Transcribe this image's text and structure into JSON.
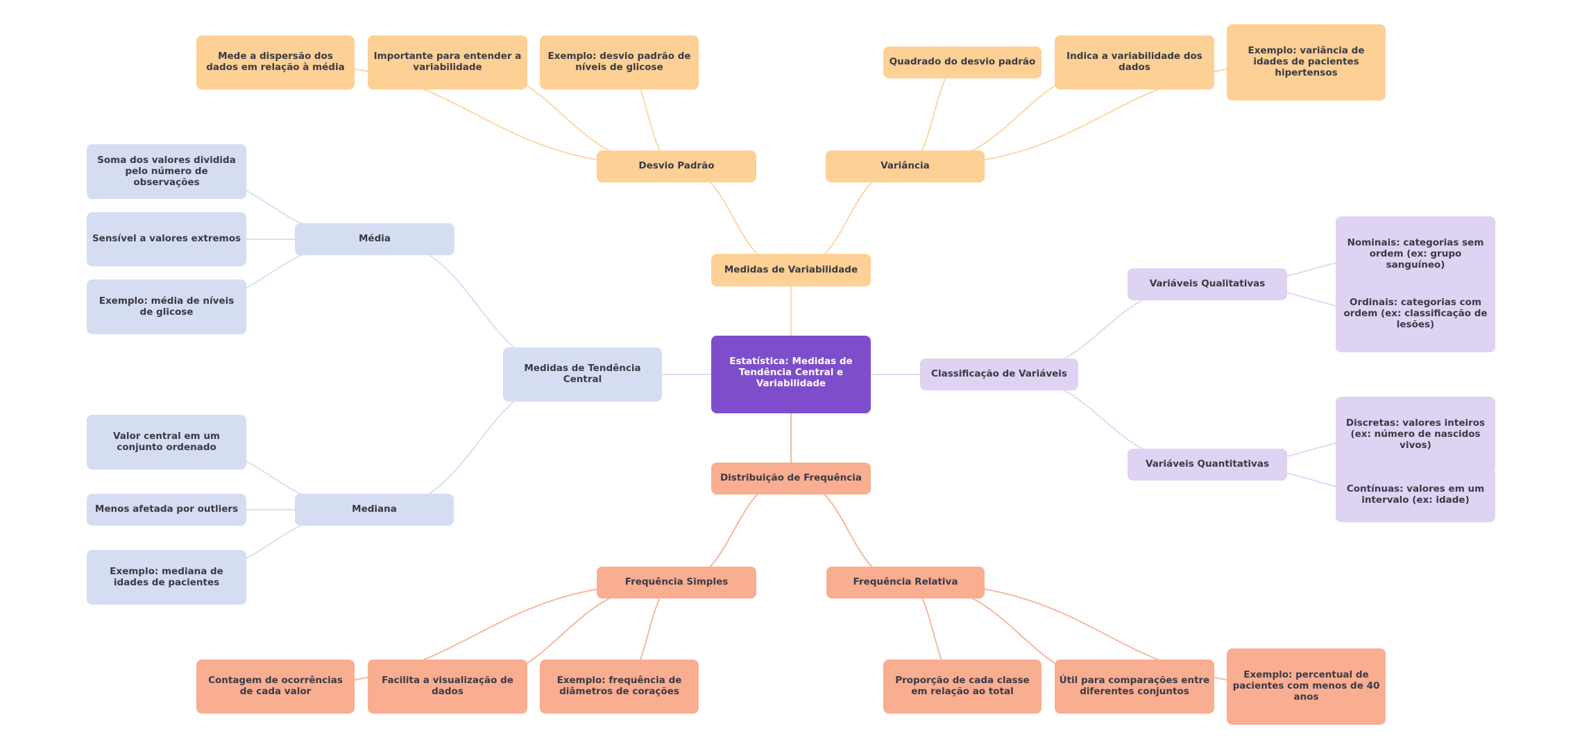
{
  "title": "Estatística: Medidas de Tendência Central e Variabilidade",
  "colors": {
    "root": "#7e4dcb",
    "variability": "#fdd095",
    "central_tendency": "#d5ddf2",
    "variable_classification": "#ded3f2",
    "frequency_distribution": "#f9ad91",
    "edge_variability": "#fdd7a8",
    "edge_central_tendency": "#d9e0f3",
    "edge_variable_classification": "#e2d9f5",
    "edge_frequency_distribution": "#f8b89f",
    "text": "#3a3a45"
  },
  "nodes": {
    "root": "Estatística: Medidas de Tendência Central e Variabilidade",
    "medidas_variabilidade": "Medidas de Variabilidade",
    "desvio_padrao": "Desvio Padrão",
    "dp_def": "Mede a dispersão dos dados em relação à média",
    "dp_importancia": "Importante para entender a variabilidade",
    "dp_exemplo": "Exemplo: desvio padrão de níveis de glicose",
    "variancia": "Variância",
    "var_def": "Quadrado do desvio padrão",
    "var_indica": "Indica a variabilidade dos dados",
    "var_exemplo": "Exemplo: variância de idades de pacientes hipertensos",
    "medidas_tendencia_central": "Medidas de Tendência Central",
    "media": "Média",
    "media_def": "Soma dos valores dividida pelo número de observações",
    "media_sensivel": "Sensível a valores extremos",
    "media_exemplo": "Exemplo: média de níveis de glicose",
    "mediana": "Mediana",
    "mediana_def": "Valor central em um conjunto ordenado",
    "mediana_outliers": "Menos afetada por outliers",
    "mediana_exemplo": "Exemplo: mediana de idades de pacientes",
    "classificacao_variaveis": "Classificação de Variáveis",
    "qualitativas": "Variáveis Qualitativas",
    "nominais": "Nominais: categorias sem ordem (ex: grupo sanguíneo)",
    "ordinais": "Ordinais: categorias com ordem (ex: classificação de lesões)",
    "quantitativas": "Variáveis Quantitativas",
    "discretas": "Discretas: valores inteiros (ex: número de nascidos vivos)",
    "continuas": "Contínuas: valores em um intervalo (ex: idade)",
    "distribuicao_frequencia": "Distribuição de Frequência",
    "freq_simples": "Frequência Simples",
    "fs_def": "Contagem de ocorrências de cada valor",
    "fs_visualizacao": "Facilita a visualização de dados",
    "fs_exemplo": "Exemplo: frequência de diâmetros de corações",
    "freq_relativa": "Frequência Relativa",
    "fr_def": "Proporção de cada classe em relação ao total",
    "fr_util": "Útil para comparações entre diferentes conjuntos",
    "fr_exemplo": "Exemplo: percentual de pacientes com menos de 40 anos"
  },
  "edges": [
    {
      "from": "root",
      "to": "medidas_variabilidade",
      "group": "variability"
    },
    {
      "from": "medidas_variabilidade",
      "to": "desvio_padrao",
      "group": "variability"
    },
    {
      "from": "medidas_variabilidade",
      "to": "variancia",
      "group": "variability"
    },
    {
      "from": "desvio_padrao",
      "to": "dp_def",
      "group": "variability"
    },
    {
      "from": "desvio_padrao",
      "to": "dp_importancia",
      "group": "variability"
    },
    {
      "from": "desvio_padrao",
      "to": "dp_exemplo",
      "group": "variability"
    },
    {
      "from": "variancia",
      "to": "var_def",
      "group": "variability"
    },
    {
      "from": "variancia",
      "to": "var_indica",
      "group": "variability"
    },
    {
      "from": "variancia",
      "to": "var_exemplo",
      "group": "variability"
    },
    {
      "from": "root",
      "to": "medidas_tendencia_central",
      "group": "central_tendency"
    },
    {
      "from": "medidas_tendencia_central",
      "to": "media",
      "group": "central_tendency"
    },
    {
      "from": "medidas_tendencia_central",
      "to": "mediana",
      "group": "central_tendency"
    },
    {
      "from": "media",
      "to": "media_def",
      "group": "central_tendency"
    },
    {
      "from": "media",
      "to": "media_sensivel",
      "group": "central_tendency"
    },
    {
      "from": "media",
      "to": "media_exemplo",
      "group": "central_tendency"
    },
    {
      "from": "mediana",
      "to": "mediana_def",
      "group": "central_tendency"
    },
    {
      "from": "mediana",
      "to": "mediana_outliers",
      "group": "central_tendency"
    },
    {
      "from": "mediana",
      "to": "mediana_exemplo",
      "group": "central_tendency"
    },
    {
      "from": "root",
      "to": "classificacao_variaveis",
      "group": "variable_classification"
    },
    {
      "from": "classificacao_variaveis",
      "to": "qualitativas",
      "group": "variable_classification"
    },
    {
      "from": "classificacao_variaveis",
      "to": "quantitativas",
      "group": "variable_classification"
    },
    {
      "from": "qualitativas",
      "to": "nominais",
      "group": "variable_classification"
    },
    {
      "from": "qualitativas",
      "to": "ordinais",
      "group": "variable_classification"
    },
    {
      "from": "quantitativas",
      "to": "discretas",
      "group": "variable_classification"
    },
    {
      "from": "quantitativas",
      "to": "continuas",
      "group": "variable_classification"
    },
    {
      "from": "root",
      "to": "distribuicao_frequencia",
      "group": "frequency_distribution"
    },
    {
      "from": "distribuicao_frequencia",
      "to": "freq_simples",
      "group": "frequency_distribution"
    },
    {
      "from": "distribuicao_frequencia",
      "to": "freq_relativa",
      "group": "frequency_distribution"
    },
    {
      "from": "freq_simples",
      "to": "fs_def",
      "group": "frequency_distribution"
    },
    {
      "from": "freq_simples",
      "to": "fs_visualizacao",
      "group": "frequency_distribution"
    },
    {
      "from": "freq_simples",
      "to": "fs_exemplo",
      "group": "frequency_distribution"
    },
    {
      "from": "freq_relativa",
      "to": "fr_def",
      "group": "frequency_distribution"
    },
    {
      "from": "freq_relativa",
      "to": "fr_util",
      "group": "frequency_distribution"
    },
    {
      "from": "freq_relativa",
      "to": "fr_exemplo",
      "group": "frequency_distribution"
    }
  ]
}
